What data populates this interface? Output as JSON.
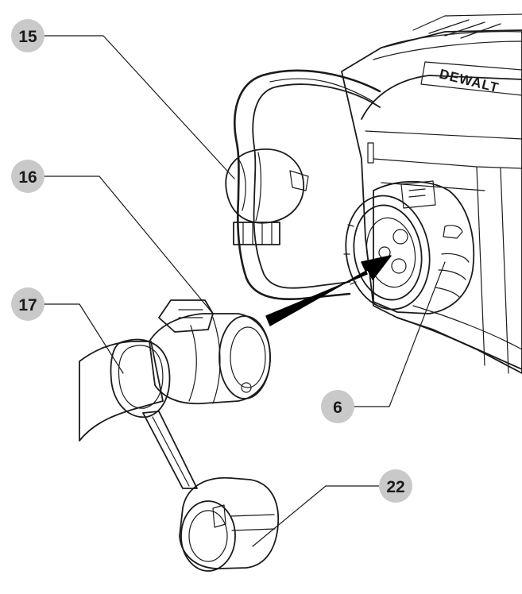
{
  "brand": {
    "logo_text": "DEWALT"
  },
  "callouts": [
    {
      "id": "15",
      "label": "15"
    },
    {
      "id": "16",
      "label": "16"
    },
    {
      "id": "17",
      "label": "17"
    },
    {
      "id": "6",
      "label": "6"
    },
    {
      "id": "22",
      "label": "22"
    }
  ],
  "colors": {
    "callout_fill": "#c9c9c9",
    "line": "#1b1b1b",
    "hose_fill": "#a9a9a9",
    "part_fill": "#e2e2e2",
    "light_fill": "#f1f1f1",
    "arrow": "#000000"
  }
}
